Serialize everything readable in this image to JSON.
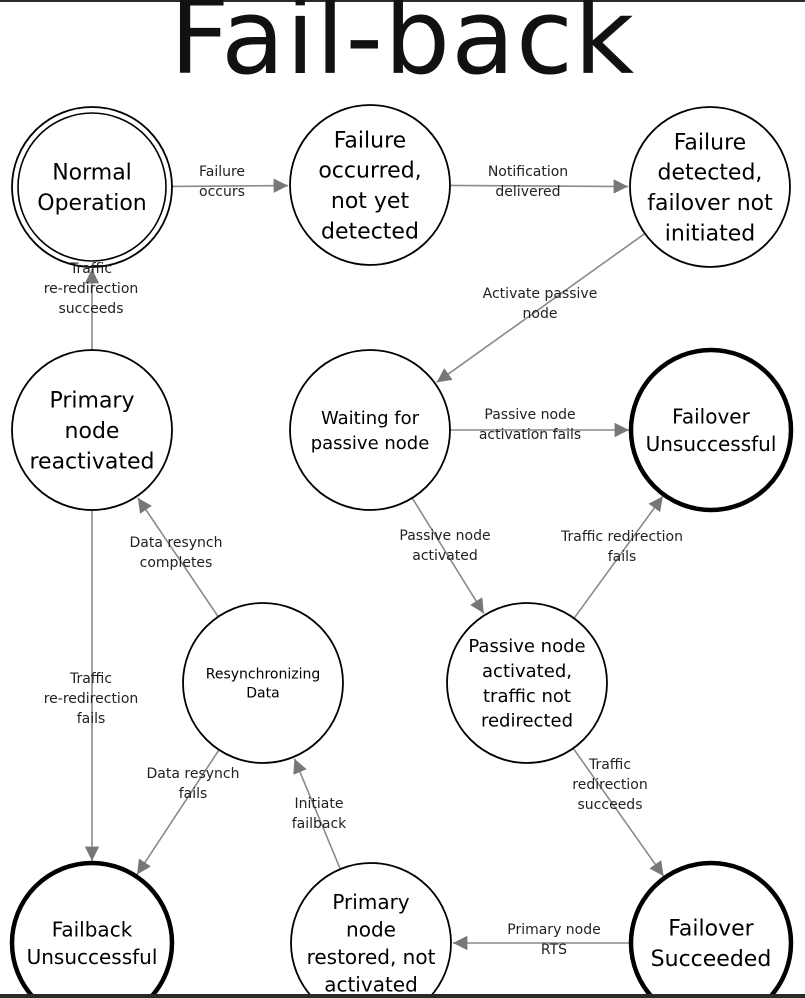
{
  "title": "Fail-back",
  "nodes": [
    {
      "id": "normal",
      "lines": [
        "Normal",
        "Operation"
      ],
      "style": "double",
      "data_name": "node-normal-operation"
    },
    {
      "id": "occurred",
      "lines": [
        "Failure",
        "occurred,",
        "not yet",
        "detected"
      ],
      "style": "normal",
      "data_name": "node-failure-occurred"
    },
    {
      "id": "detected",
      "lines": [
        "Failure",
        "detected,",
        "failover not",
        "initiated"
      ],
      "style": "normal",
      "data_name": "node-failure-detected"
    },
    {
      "id": "reactivated",
      "lines": [
        "Primary",
        "node",
        "reactivated"
      ],
      "style": "normal",
      "data_name": "node-primary-reactivated"
    },
    {
      "id": "waiting",
      "lines": [
        "Waiting for",
        "passive node"
      ],
      "style": "normal",
      "data_name": "node-waiting-passive"
    },
    {
      "id": "fo_unsuccessful",
      "lines": [
        "Failover",
        "Unsuccessful"
      ],
      "style": "thick",
      "data_name": "node-failover-unsuccessful"
    },
    {
      "id": "resync",
      "lines": [
        "Resynchronizing",
        "Data"
      ],
      "style": "normal",
      "data_name": "node-resynchronizing"
    },
    {
      "id": "passive_activated",
      "lines": [
        "Passive node",
        "activated,",
        "traffic not",
        "redirected"
      ],
      "style": "normal",
      "data_name": "node-passive-activated"
    },
    {
      "id": "fb_unsuccessful",
      "lines": [
        "Failback",
        "Unsuccessful"
      ],
      "style": "thick",
      "data_name": "node-failback-unsuccessful"
    },
    {
      "id": "restored",
      "lines": [
        "Primary",
        "node",
        "restored, not",
        "activated"
      ],
      "style": "normal",
      "data_name": "node-primary-restored"
    },
    {
      "id": "fo_succeeded",
      "lines": [
        "Failover",
        "Succeeded"
      ],
      "style": "thick",
      "data_name": "node-failover-succeeded"
    }
  ],
  "edges": [
    {
      "from": "normal",
      "to": "occurred",
      "lines": [
        "Failure",
        "occurs"
      ]
    },
    {
      "from": "occurred",
      "to": "detected",
      "lines": [
        "Notification",
        "delivered"
      ]
    },
    {
      "from": "detected",
      "to": "waiting",
      "lines": [
        "Activate passive",
        "node"
      ]
    },
    {
      "from": "waiting",
      "to": "fo_unsuccessful",
      "lines": [
        "Passive node",
        "activation fails"
      ]
    },
    {
      "from": "waiting",
      "to": "passive_activated",
      "lines": [
        "Passive node",
        "activated"
      ]
    },
    {
      "from": "passive_activated",
      "to": "fo_unsuccessful",
      "lines": [
        "Traffic redirection",
        "fails"
      ]
    },
    {
      "from": "passive_activated",
      "to": "fo_succeeded",
      "lines": [
        "Traffic",
        "redirection",
        "succeeds"
      ]
    },
    {
      "from": "fo_succeeded",
      "to": "restored",
      "lines": [
        "Primary node",
        "RTS"
      ]
    },
    {
      "from": "restored",
      "to": "resync",
      "lines": [
        "Initiate",
        "failback"
      ]
    },
    {
      "from": "resync",
      "to": "reactivated",
      "lines": [
        "Data resynch",
        "completes"
      ]
    },
    {
      "from": "resync",
      "to": "fb_unsuccessful",
      "lines": [
        "Data resynch",
        "fails"
      ]
    },
    {
      "from": "reactivated",
      "to": "normal",
      "lines": [
        "Traffic",
        "re-redirection",
        "succeeds"
      ]
    },
    {
      "from": "reactivated",
      "to": "fb_unsuccessful",
      "lines": [
        "Traffic",
        "re-redirection",
        "fails"
      ]
    }
  ]
}
